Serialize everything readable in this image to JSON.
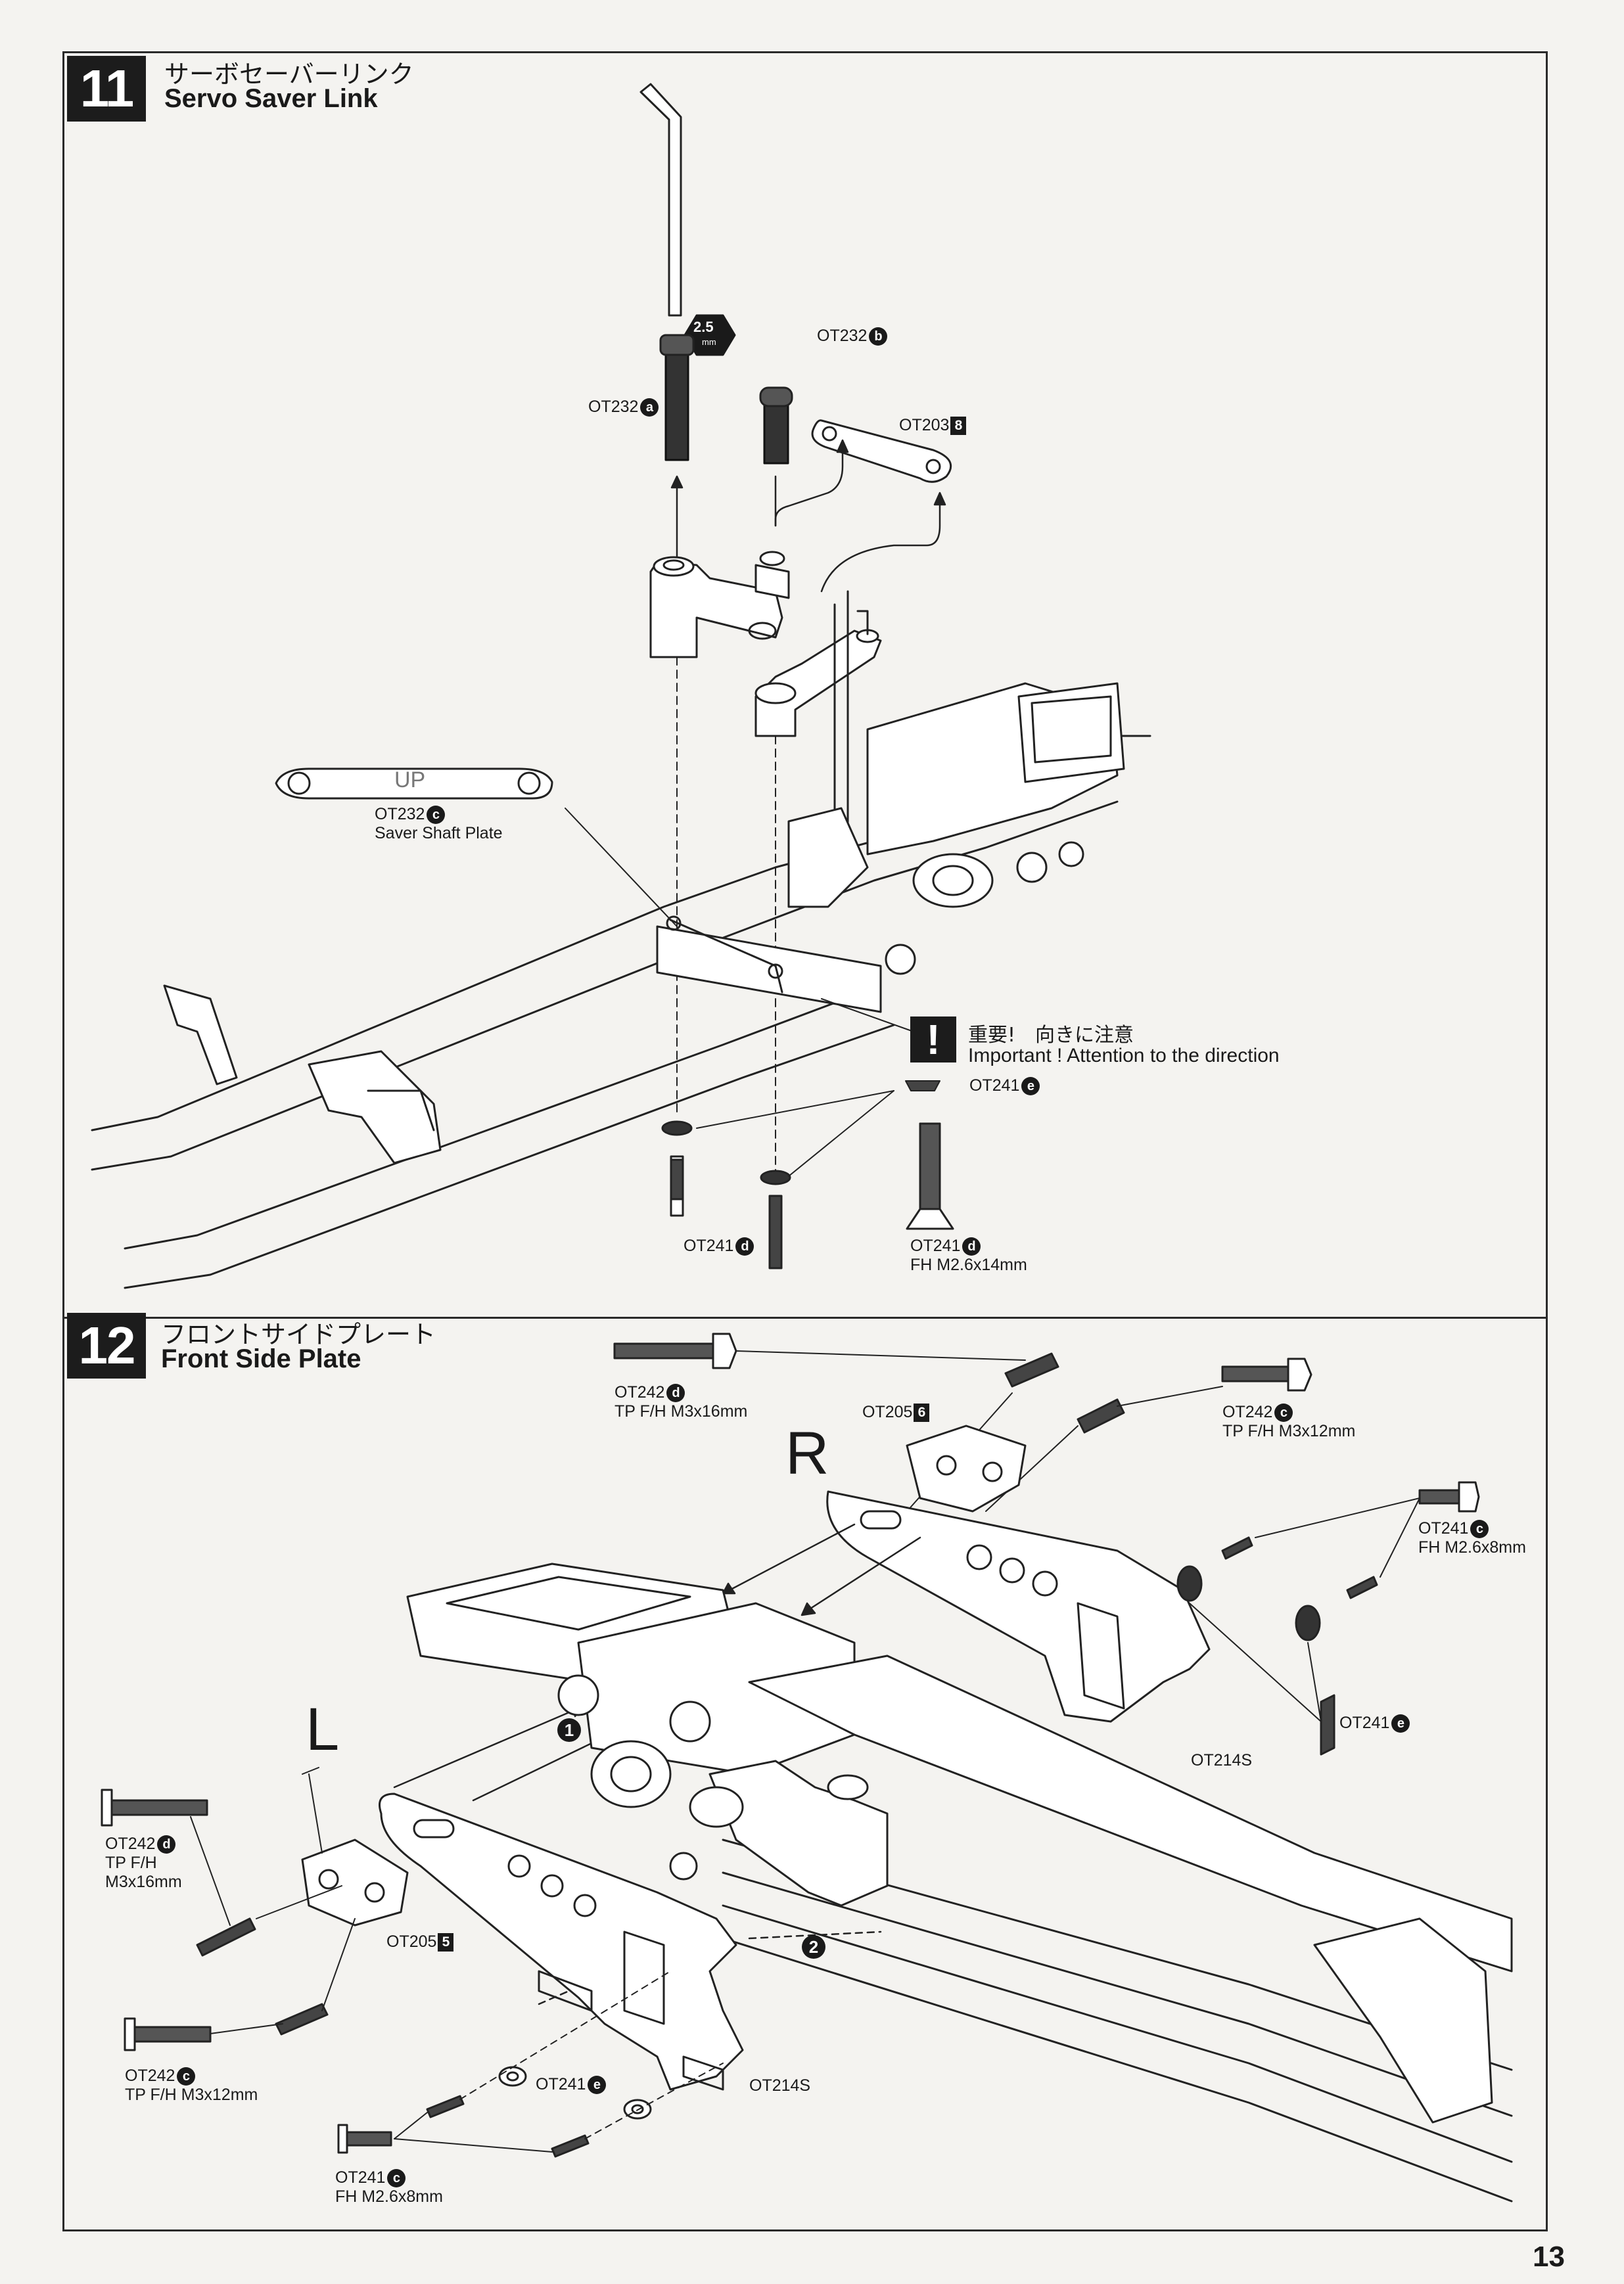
{
  "page_number": "13",
  "step11": {
    "number": "11",
    "title_jp": "サーボセーバーリンク",
    "title_en": "Servo Saver Link",
    "tool_size": "2.5",
    "tool_unit": "mm",
    "parts": {
      "a_code": "OT232",
      "a_mark": "a",
      "b_code": "OT232",
      "b_mark": "b",
      "link_code": "OT203",
      "link_mark": "8",
      "plate_code": "OT232",
      "plate_mark": "c",
      "plate_name": "Saver Shaft Plate",
      "plate_text": "UP",
      "washer_code": "OT241",
      "washer_mark": "e",
      "screw_code": "OT241",
      "screw_mark": "d",
      "screw2_code": "OT241",
      "screw2_mark": "d",
      "screw2_spec": "FH M2.6x14mm"
    },
    "notice_jp": "重要!　向きに注意",
    "notice_en": "Important ! Attention to the direction"
  },
  "step12": {
    "number": "12",
    "title_jp": "フロントサイドプレート",
    "title_en": "Front Side Plate",
    "side_r": "R",
    "side_l": "L",
    "seq1": "1",
    "seq2": "2",
    "parts": {
      "r_screw_long_code": "OT242",
      "r_screw_long_mark": "d",
      "r_screw_long_spec": "TP F/H M3x16mm",
      "r_mount_code": "OT205",
      "r_mount_mark": "6",
      "r_screw_short_code": "OT242",
      "r_screw_short_mark": "c",
      "r_screw_short_spec": "TP F/H M3x12mm",
      "r_small_screw_code": "OT241",
      "r_small_screw_mark": "c",
      "r_small_screw_spec": "FH M2.6x8mm",
      "r_washer_code": "OT241",
      "r_washer_mark": "e",
      "r_plate_code": "OT214S",
      "l_screw_long_code": "OT242",
      "l_screw_long_mark": "d",
      "l_screw_long_spec1": "TP F/H",
      "l_screw_long_spec2": "M3x16mm",
      "l_mount_code": "OT205",
      "l_mount_mark": "5",
      "l_screw_short_code": "OT242",
      "l_screw_short_mark": "c",
      "l_screw_short_spec": "TP F/H M3x12mm",
      "l_washer_code": "OT241",
      "l_washer_mark": "e",
      "l_plate_code": "OT214S",
      "l_small_screw_code": "OT241",
      "l_small_screw_mark": "c",
      "l_small_screw_spec": "FH M2.6x8mm"
    }
  }
}
